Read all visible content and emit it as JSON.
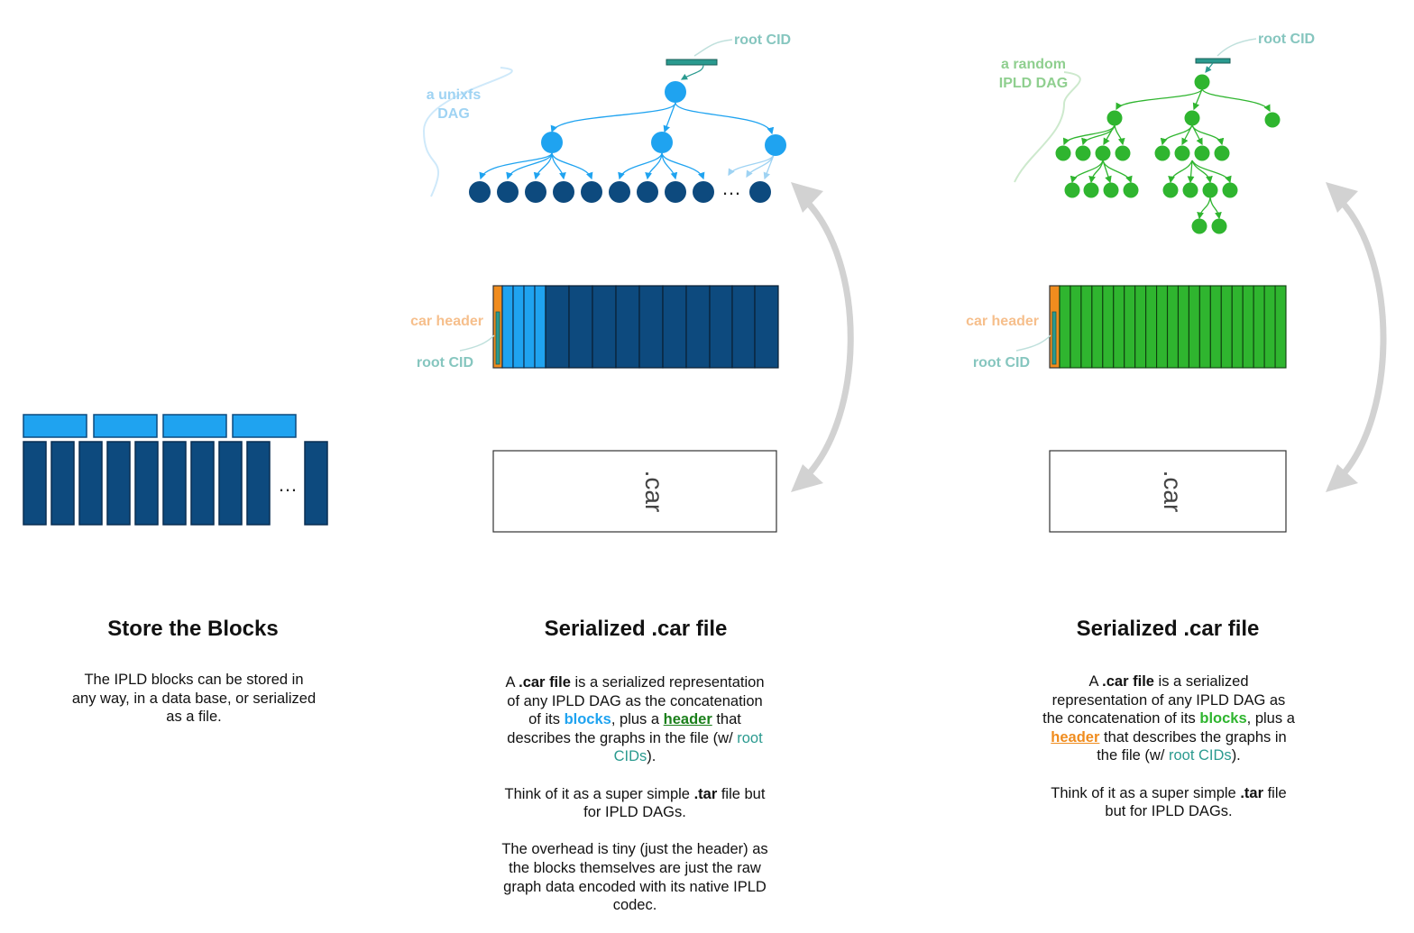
{
  "panel_store": {
    "title": "Store the Blocks",
    "desc": "The IPLD blocks can be stored in any way, in a data base, or serialized as a file."
  },
  "panel_unixfs": {
    "dag_label_line1": "a unixfs",
    "dag_label_line2": "DAG",
    "root_cid_label": "root CID",
    "car_header_label": "car header",
    "root_cid_label2": "root CID",
    "file_label": ".car",
    "ellipsis": "…",
    "title": "Serialized .car file",
    "p1": {
      "t1": "A ",
      "b1": ".car file",
      "t2": " is a serialized representation of any IPLD DAG as the concatenation of its ",
      "blocks": "blocks",
      "t3": ", plus a ",
      "header": "header",
      "t4": " that describes the graphs in the file (w/ ",
      "cids": "root CIDs",
      "t5": ")."
    },
    "p2": {
      "t1": "Think of it as a super simple ",
      "b1": ".tar",
      "t2": " file but for IPLD DAGs."
    },
    "p3": "The overhead is tiny (just the header) as the blocks themselves are just the raw graph data encoded with its native IPLD codec."
  },
  "panel_random": {
    "dag_label_line1": "a random",
    "dag_label_line2": "IPLD DAG",
    "root_cid_label": "root CID",
    "car_header_label": "car header",
    "root_cid_label2": "root CID",
    "file_label": ".car",
    "title": "Serialized .car file",
    "p1": {
      "t1": "A ",
      "b1": ".car file",
      "t2": " is a serialized representation of any IPLD DAG as the concatenation of its ",
      "blocks": "blocks",
      "t3": ", plus a ",
      "header": "header",
      "t4": " that describes the graphs in the file (w/ ",
      "cids": "root CIDs",
      "t5": ")."
    },
    "p2": {
      "t1": "Think of it as a super simple ",
      "b1": ".tar",
      "t2": " file but for IPLD DAGs."
    }
  },
  "store_ellipsis": "…",
  "colors": {
    "light_blue": "#1fa3f0",
    "dark_blue": "#0d4a7e",
    "green": "#2fb52f",
    "orange": "#f08c1e",
    "teal": "#2a9a8f",
    "teal_label": "#86c6bf",
    "orange_label": "#f6bf8c",
    "light_blue_label": "#9fd3f3",
    "light_green_label": "#8fcf8f",
    "arrow_gray": "#d2d2d2"
  }
}
